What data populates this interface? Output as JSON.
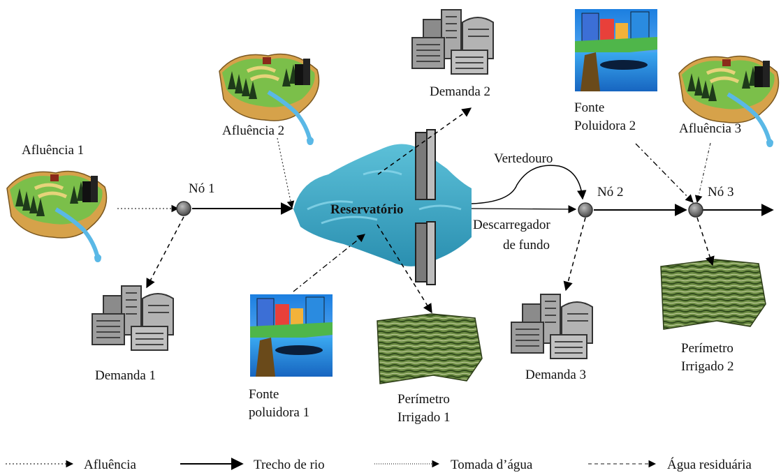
{
  "labels": {
    "inflow1": "Afluência 1",
    "inflow2": "Afluência 2",
    "inflow3": "Afluência 3",
    "node1": "Nó 1",
    "node2": "Nó 2",
    "node3": "Nó 3",
    "reservoir": "Reservatório",
    "spillway": "Vertedouro",
    "bottom_outlet_1": "Descarregador",
    "bottom_outlet_2": "de fundo",
    "demand1": "Demanda 1",
    "demand2": "Demanda 2",
    "demand3": "Demanda 3",
    "pollution1_1": "Fonte",
    "pollution1_2": "poluidora 1",
    "pollution2_1": "Fonte",
    "pollution2_2": "Poluidora 2",
    "irrigated1_1": "Perímetro",
    "irrigated1_2": "Irrigado 1",
    "irrigated2_1": "Perímetro",
    "irrigated2_2": "Irrigado 2"
  },
  "legend": {
    "inflow": "Afluência",
    "river_reach": "Trecho de rio",
    "water_intake": "Tomada d’água",
    "wastewater": "Água residuária"
  },
  "colors": {
    "water": "#3aa6c4",
    "field": "#5f7f3a",
    "building": "#9a9a9a",
    "node": "#6d6d6d"
  }
}
